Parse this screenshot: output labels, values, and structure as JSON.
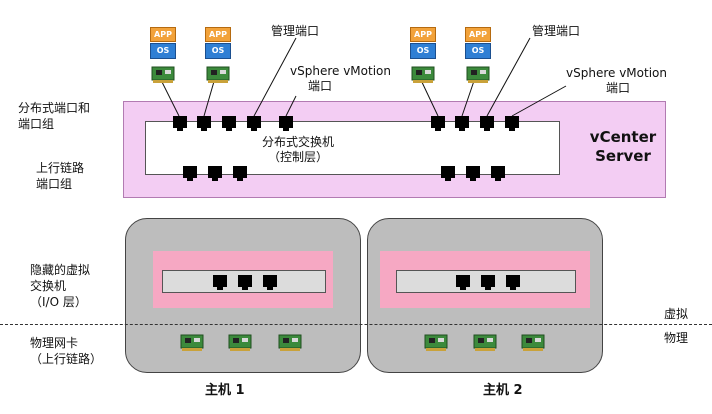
{
  "labels": {
    "dport_group_1": "分布式端口和",
    "dport_group_2": "端口组",
    "uplink_group_1": "上行链路",
    "uplink_group_2": "端口组",
    "hidden_vswitch_1": "隐藏的虚拟",
    "hidden_vswitch_2": "交换机",
    "hidden_vswitch_3": "（I/O 层）",
    "pnic_1": "物理网卡",
    "pnic_2": "（上行链路）",
    "mgmt_port_left": "管理端口",
    "mgmt_port_right": "管理端口",
    "vmotion_left_1": "vSphere vMotion",
    "vmotion_left_2": "端口",
    "vmotion_right_1": "vSphere vMotion",
    "vmotion_right_2": "端口",
    "dswitch_1": "分布式交换机",
    "dswitch_2": "（控制层）",
    "vcenter_1": "vCenter",
    "vcenter_2": "Server",
    "virtual": "虚拟",
    "physical": "物理",
    "host1": "主机 1",
    "host2": "主机 2"
  },
  "vm_icon": {
    "app": "APP",
    "os": "OS"
  },
  "colors": {
    "vcenter_fill": "#f3cdf3",
    "host_fill": "#bdbdbd",
    "host_band": "#f6a8c3",
    "app_orange": "#f2a23a",
    "os_blue": "#2f7fd4"
  }
}
